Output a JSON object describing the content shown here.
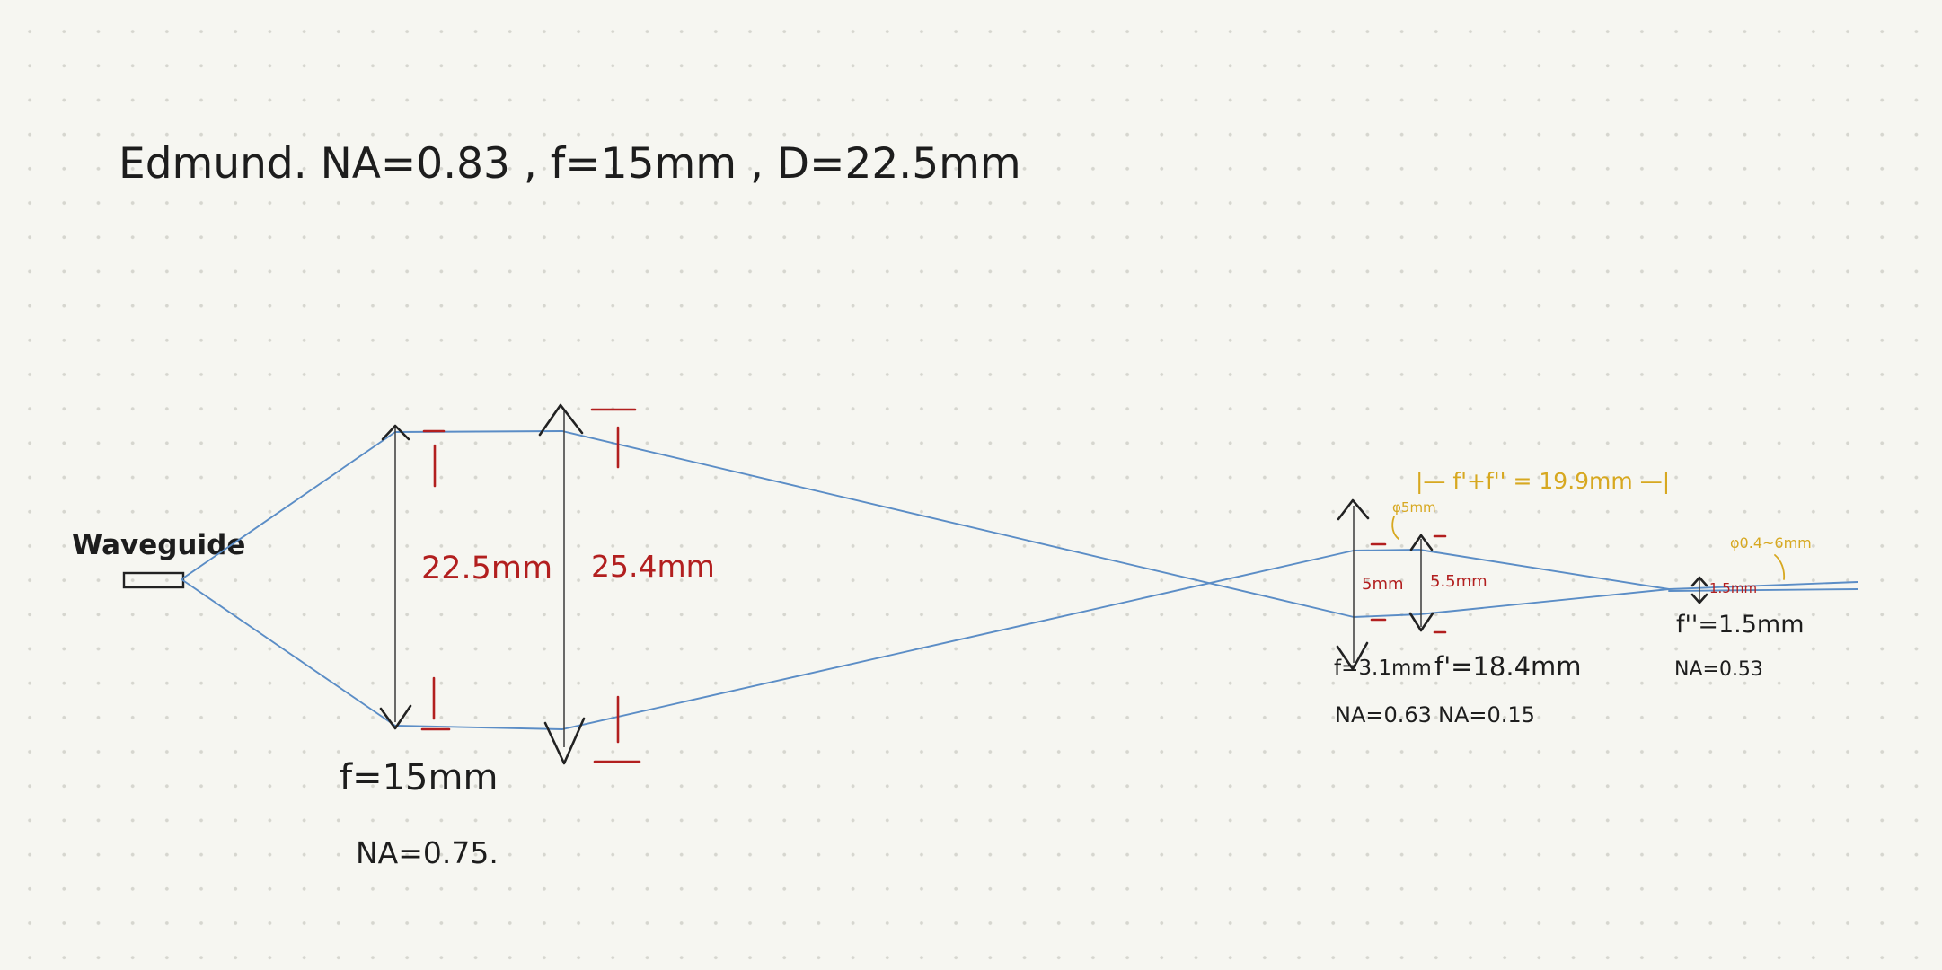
{
  "header": {
    "title": "Edmund.  NA=0.83 ,  f=15mm ,  D=22.5mm"
  },
  "waveguide": {
    "label": "Waveguide"
  },
  "lens1": {
    "aperture_label": "22.5mm",
    "focal_label": "f=15mm",
    "na_label": "NA=0.75."
  },
  "lens2": {
    "aperture_label": "25.4mm"
  },
  "telescope": {
    "spacing_label": "|—  f'+f'' = 19.9mm  —|",
    "phi_in_label": "φ5mm",
    "beam_left_label": "5mm",
    "beam_right_label": "5.5mm",
    "lens3_focal_label": "f=3.1mm",
    "lens3_na_label": "NA=0.63",
    "lens4_focal_label": "f'=18.4mm",
    "lens4_na_label": "NA=0.15"
  },
  "output": {
    "phi_label": "φ0.4~6mm",
    "width_label": "1.5mm",
    "focal_label": "f''=1.5mm",
    "na_label": "NA=0.53"
  },
  "colors": {
    "ink": "#1d1d1d",
    "annotation_red": "#b21f1f",
    "annotation_gold": "#d7a820",
    "ray_blue": "#5b8dc6",
    "background": "#f6f6f1"
  }
}
